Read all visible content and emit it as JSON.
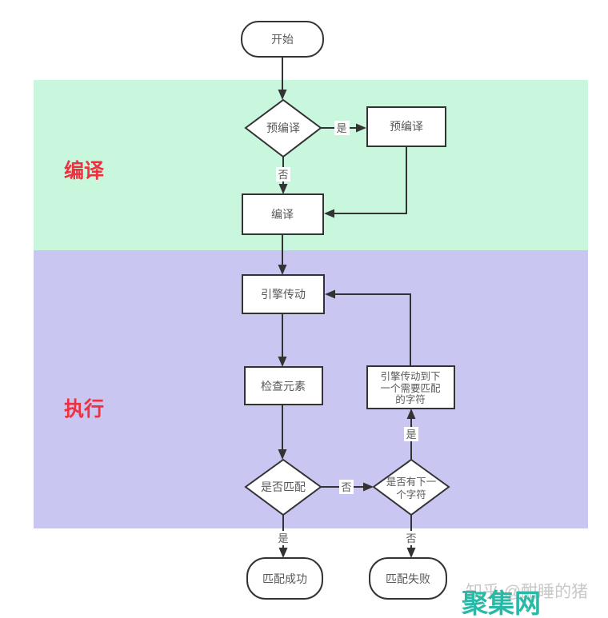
{
  "lanes": [
    {
      "label": "编译",
      "color": "#c9f7de"
    },
    {
      "label": "执行",
      "color": "#c9c6f1"
    }
  ],
  "colors": {
    "stroke": "#333333",
    "node_fill": "#ffffff",
    "node_text": "#595959",
    "lane_label_red": "#ef303e",
    "watermark_teal": "#2ab9a6",
    "watermark_gray": "#c9c9c9"
  },
  "nodes": {
    "start": "开始",
    "precompile_decision": "预编译",
    "precompile_process": "预编译",
    "compile": "编译",
    "engine_drive": "引擎传动",
    "check_element": "检查元素",
    "match_decision": "是否匹配",
    "next_char_decision": {
      "line1": "是否有下一",
      "line2": "个字符"
    },
    "advance_engine": {
      "line1": "引擎传动到下",
      "line2": "一个需要匹配",
      "line3": "的字符"
    },
    "match_success": "匹配成功",
    "match_fail": "匹配失败"
  },
  "edge_labels": {
    "yes": "是",
    "no": "否"
  },
  "watermarks": {
    "zhihu": "知乎 @酣睡的猪",
    "site": "聚集网"
  }
}
